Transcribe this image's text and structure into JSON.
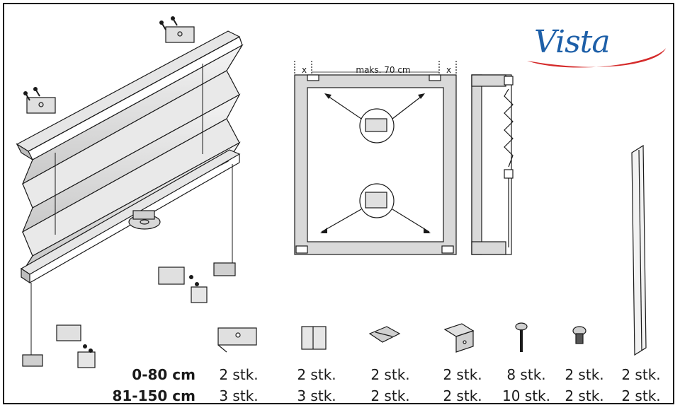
{
  "brand": {
    "logo_text": "Vista"
  },
  "dimension": {
    "max_label": "maks. 70 cm",
    "x_left": "x",
    "x_right": "x"
  },
  "ranges": [
    {
      "label": "0-80 cm",
      "quantities": [
        "2 stk.",
        "2 stk.",
        "2 stk.",
        "2 stk.",
        "8 stk.",
        "2 stk.",
        "2 stk."
      ]
    },
    {
      "label": "81-150 cm",
      "quantities": [
        "3 stk.",
        "3 stk.",
        "2 stk.",
        "2 stk.",
        "10 stk.",
        "2 stk.",
        "2 stk."
      ]
    }
  ],
  "parts": [
    {
      "icon": "mounting-bracket-icon"
    },
    {
      "icon": "cord-clip-icon"
    },
    {
      "icon": "clamp-holder-icon"
    },
    {
      "icon": "angle-bracket-icon"
    },
    {
      "icon": "wood-screw-icon"
    },
    {
      "icon": "machine-screw-icon"
    },
    {
      "icon": "profile-strip-icon"
    }
  ],
  "colors": {
    "logo_blue": "#1d5fa8",
    "logo_swoosh": "#d52b2b",
    "frame_gray": "#d9d9d9",
    "line": "#1a1a1a"
  }
}
